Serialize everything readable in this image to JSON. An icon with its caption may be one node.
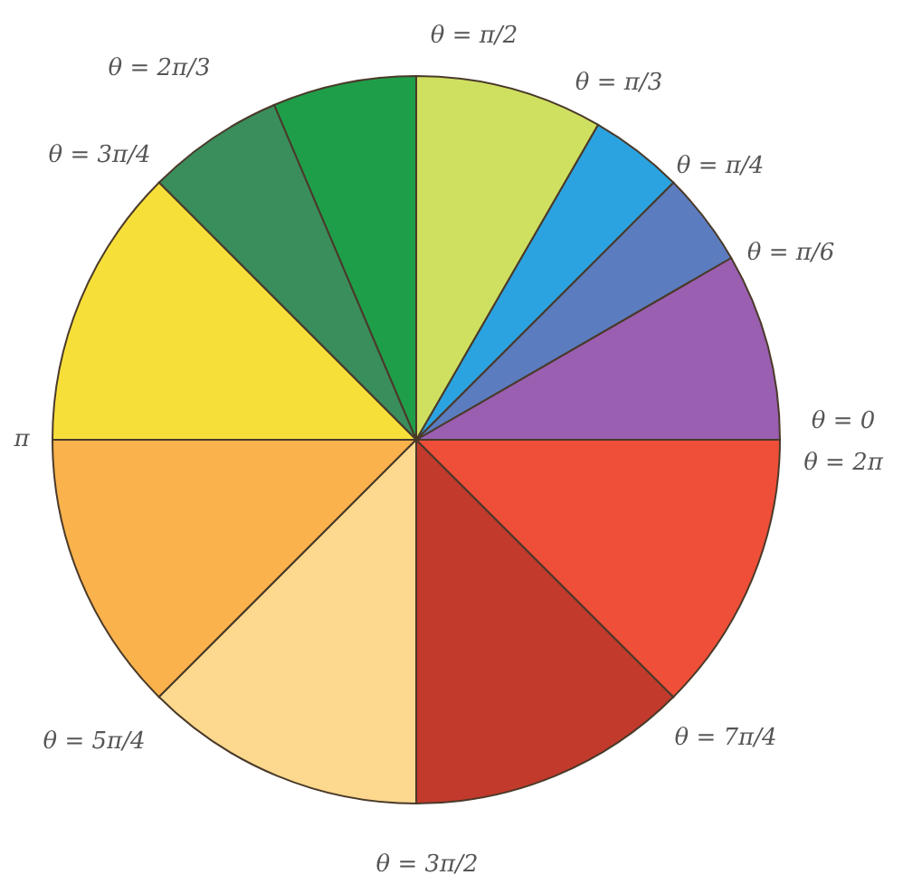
{
  "diagram": {
    "labels": [
      "θ = π/2",
      "θ = 2π/3",
      "θ = π/3",
      "θ = 3π/4",
      "θ = π/4",
      "θ = π/6",
      "π",
      "θ = 0",
      "θ = 2π",
      "θ = 5π/4",
      "θ = 7π/4",
      "θ = 3π/2"
    ]
  }
}
